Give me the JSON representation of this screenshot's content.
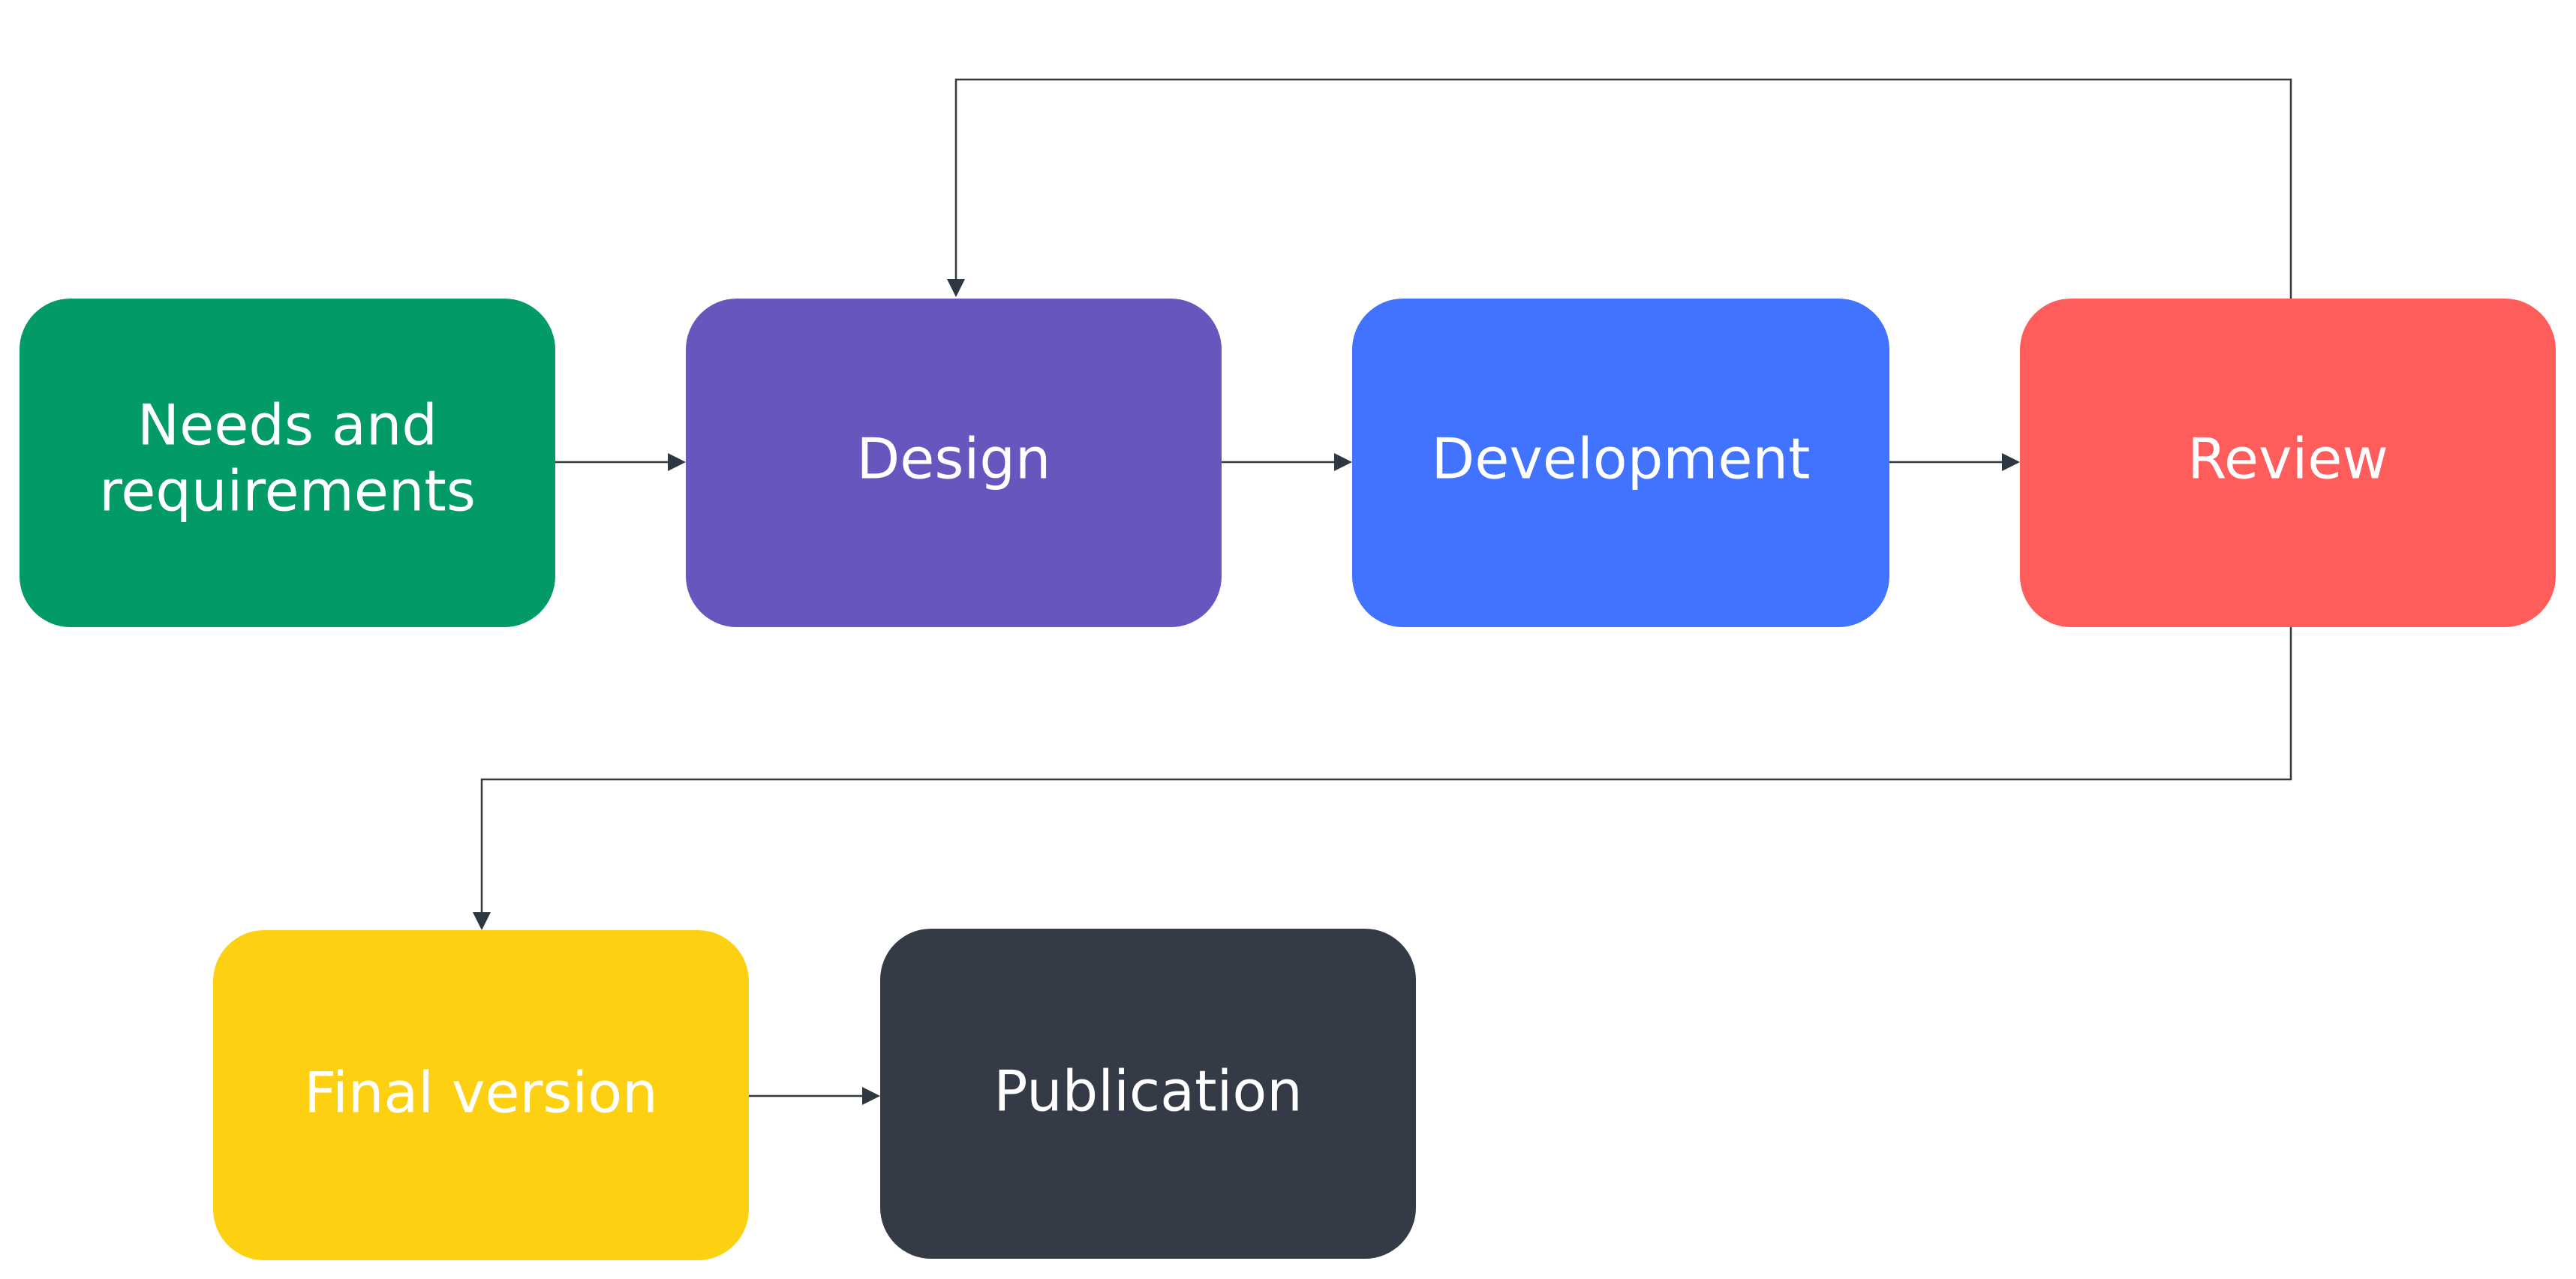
{
  "diagram": {
    "nodes": {
      "needs": {
        "label_line1": "Needs and",
        "label_line2": "requirements",
        "color": "#029A66"
      },
      "design": {
        "label": "Design",
        "color": "#6656BE"
      },
      "development": {
        "label": "Development",
        "color": "#4173FF"
      },
      "review": {
        "label": "Review",
        "color": "#FF5C5C"
      },
      "final": {
        "label": "Final version",
        "color": "#FDD112"
      },
      "publication": {
        "label": "Publication",
        "color": "#343B46"
      }
    },
    "edges": [
      {
        "from": "Needs and requirements",
        "to": "Design"
      },
      {
        "from": "Design",
        "to": "Development"
      },
      {
        "from": "Development",
        "to": "Review"
      },
      {
        "from": "Review",
        "to": "Design"
      },
      {
        "from": "Review",
        "to": "Final version"
      },
      {
        "from": "Final version",
        "to": "Publication"
      }
    ],
    "connector_color": "#33393F",
    "background": "#FFFFFF"
  }
}
